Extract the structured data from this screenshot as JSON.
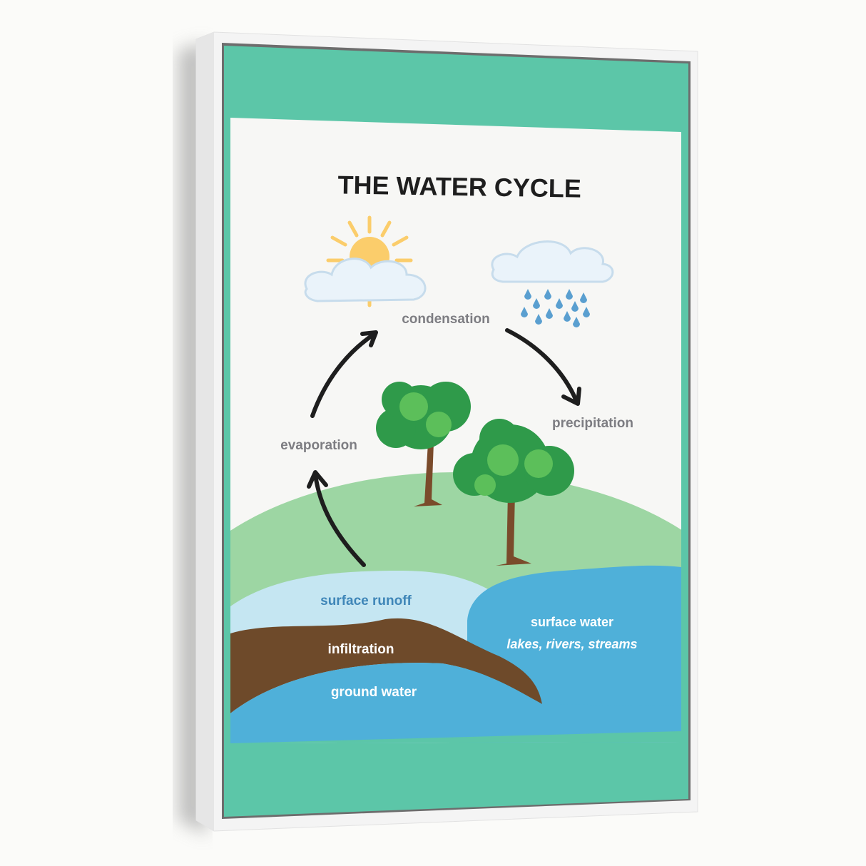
{
  "poster": {
    "title": "THE WATER CYCLE",
    "labels": {
      "condensation": "condensation",
      "precipitation": "precipitation",
      "evaporation": "evaporation",
      "surface_runoff": "surface runoff",
      "infiltration": "infiltration",
      "ground_water": "ground water",
      "surface_water": "surface water",
      "surface_water_sub": "lakes, rivers, streams"
    }
  },
  "colors": {
    "mat_green": "#5cc6a8",
    "hill_green": "#9dd6a3",
    "light_water": "#c5e6f2",
    "water_blue": "#4fb0d9",
    "soil_brown": "#6e4a2a",
    "label_gray": "#7d7d82",
    "sun_yellow": "#fbcd6b"
  }
}
